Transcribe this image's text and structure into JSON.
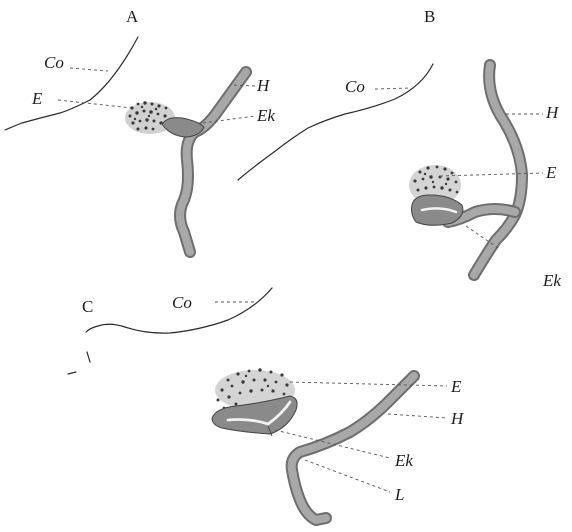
{
  "panels": {
    "a": {
      "letter": "A",
      "co": "Co",
      "e": "E",
      "h": "H",
      "ek": "Ek"
    },
    "b": {
      "letter": "B",
      "co": "Co",
      "h": "H",
      "e": "E",
      "ek": "Ek"
    },
    "c": {
      "letter": "C",
      "co": "Co",
      "e": "E",
      "h": "H",
      "ek": "Ek",
      "l": "L"
    }
  }
}
